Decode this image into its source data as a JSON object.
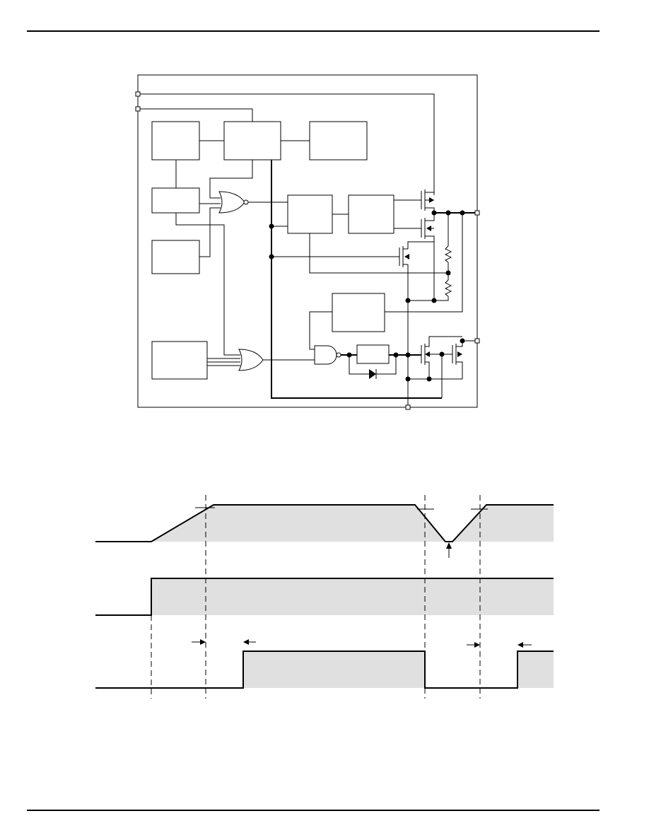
{
  "document": {
    "header_rule": true,
    "footer_rule": true
  },
  "block_diagram": {
    "blocks": [
      "box-1",
      "box-2",
      "box-3",
      "box-4",
      "box-5",
      "box-6",
      "box-7",
      "box-8",
      "box-9",
      "box-10"
    ],
    "gates": [
      "nor-gate",
      "or-gate",
      "nand-gate"
    ],
    "components": [
      "p-mosfet-top",
      "n-mosfet-mid",
      "n-mosfet-left",
      "resistor-top",
      "resistor-bottom",
      "diode",
      "mosfet-bottom-left",
      "mosfet-bottom-right"
    ],
    "pins": 5
  },
  "timing_diagram": {
    "traces": 3,
    "shade_color": "#e0e0e0",
    "line_color": "#000000"
  }
}
